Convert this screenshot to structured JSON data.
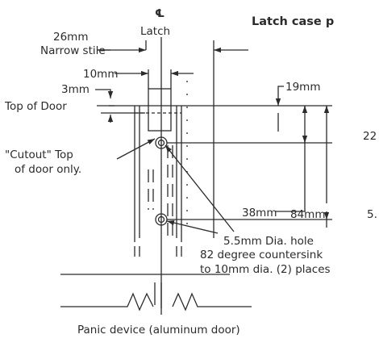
{
  "title": "Latch case p",
  "centerline": {
    "symbol": "℄",
    "label": "Latch"
  },
  "labels": {
    "narrow_stile_dim": "26mm",
    "narrow_stile": "Narrow stile",
    "dim_10": "10mm",
    "dim_3": "3mm",
    "top_of_door": "Top of Door",
    "dim_19": "19mm",
    "dim_22": "22",
    "dim_38": "38mm",
    "dim_84": "84mm",
    "dim_5": "5.",
    "cutout_line1": "\"Cutout\" Top",
    "cutout_line2": "of door only.",
    "hole_line1": "5.5mm Dia. hole",
    "hole_line2": "82 degree countersink",
    "hole_line3": "to 10mm dia. (2) places",
    "caption": "Panic device (aluminum door)"
  },
  "colors": {
    "ink": "#2b2b2b",
    "background": "#ffffff"
  }
}
